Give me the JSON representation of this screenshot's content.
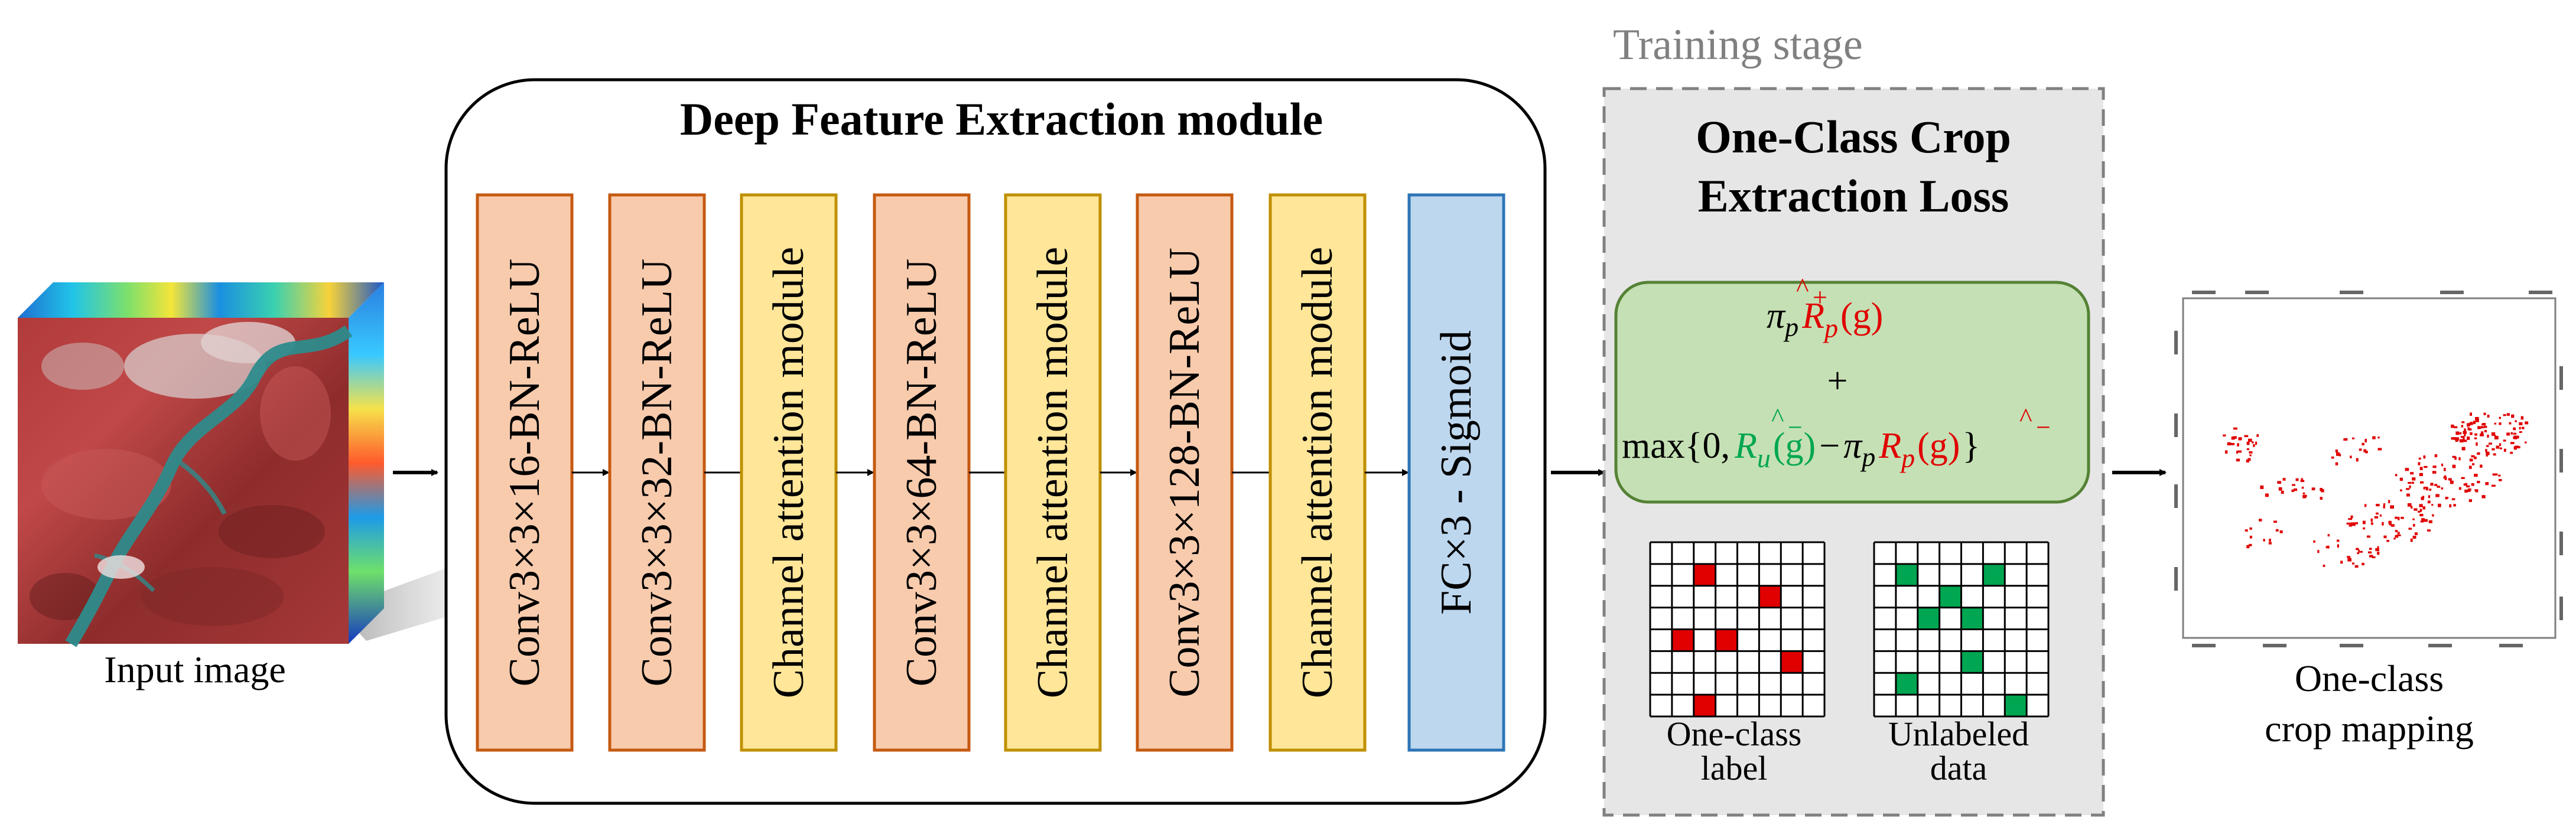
{
  "input_caption": "Input image",
  "module": {
    "title": "Deep Feature Extraction module",
    "layers": [
      {
        "label": "Conv3×3×16-BN-ReLU",
        "type": "conv"
      },
      {
        "label": "Conv3×3×32-BN-ReLU",
        "type": "conv"
      },
      {
        "label": "Channel attention module",
        "type": "attention"
      },
      {
        "label": "Conv3×3×64-BN-ReLU",
        "type": "conv"
      },
      {
        "label": "Channel attention module",
        "type": "attention"
      },
      {
        "label": "Conv3×3×128-BN-ReLU",
        "type": "conv"
      },
      {
        "label": "Channel attention module",
        "type": "attention"
      },
      {
        "label": "FC×3 - Sigmoid",
        "type": "fc"
      }
    ]
  },
  "training": {
    "stage_label": "Training stage",
    "loss_title_line1": "One-Class Crop",
    "loss_title_line2": "Extraction Loss",
    "formula": {
      "pi": "π",
      "sub_p": "p",
      "sub_u": "u",
      "R": "R",
      "plus_sup": "+",
      "minus_sup": "−",
      "g": "(g)",
      "plus": "+",
      "max_open": "max{0,",
      "minus": "−",
      "close": "}"
    },
    "grid_left_caption_line1": "One-class",
    "grid_left_caption_line2": "label",
    "grid_right_caption_line1": "Unlabeled",
    "grid_right_caption_line2": "data"
  },
  "output": {
    "caption_line1": "One-class",
    "caption_line2": "crop mapping"
  },
  "colors": {
    "conv_fill": "#f8cbad",
    "conv_stroke": "#c55a11",
    "attention_fill": "#ffe699",
    "attention_stroke": "#bf9000",
    "fc_fill": "#bdd7ee",
    "fc_stroke": "#2e75b6",
    "loss_fill": "#c5e0b4",
    "loss_stroke": "#548235",
    "training_fill": "#e7e6e6",
    "red": "#e00000",
    "green": "#00a651"
  }
}
